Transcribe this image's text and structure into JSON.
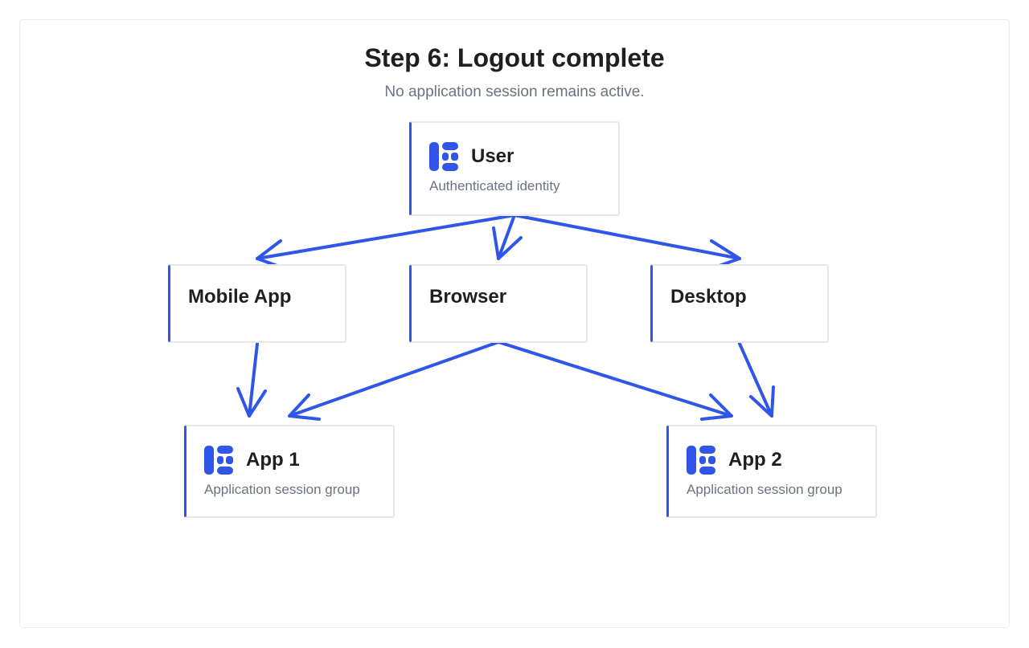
{
  "title": "Step 6: Logout complete",
  "subtitle": "No application session remains active.",
  "accent_color": "#2f56e8",
  "nodes": {
    "user": {
      "name": "User",
      "description": "Authenticated identity",
      "icon": "session-group-icon"
    },
    "mobile_app": {
      "name": "Mobile App"
    },
    "browser": {
      "name": "Browser"
    },
    "desktop": {
      "name": "Desktop"
    },
    "app1": {
      "name": "App 1",
      "description": "Application session group",
      "icon": "session-group-icon"
    },
    "app2": {
      "name": "App 2",
      "description": "Application session group",
      "icon": "session-group-icon"
    }
  },
  "edges": [
    {
      "from": "User",
      "to": "Mobile App"
    },
    {
      "from": "User",
      "to": "Browser"
    },
    {
      "from": "User",
      "to": "Desktop"
    },
    {
      "from": "Mobile App",
      "to": "App 1"
    },
    {
      "from": "Browser",
      "to": "App 1"
    },
    {
      "from": "Browser",
      "to": "App 2"
    },
    {
      "from": "Desktop",
      "to": "App 2"
    }
  ]
}
